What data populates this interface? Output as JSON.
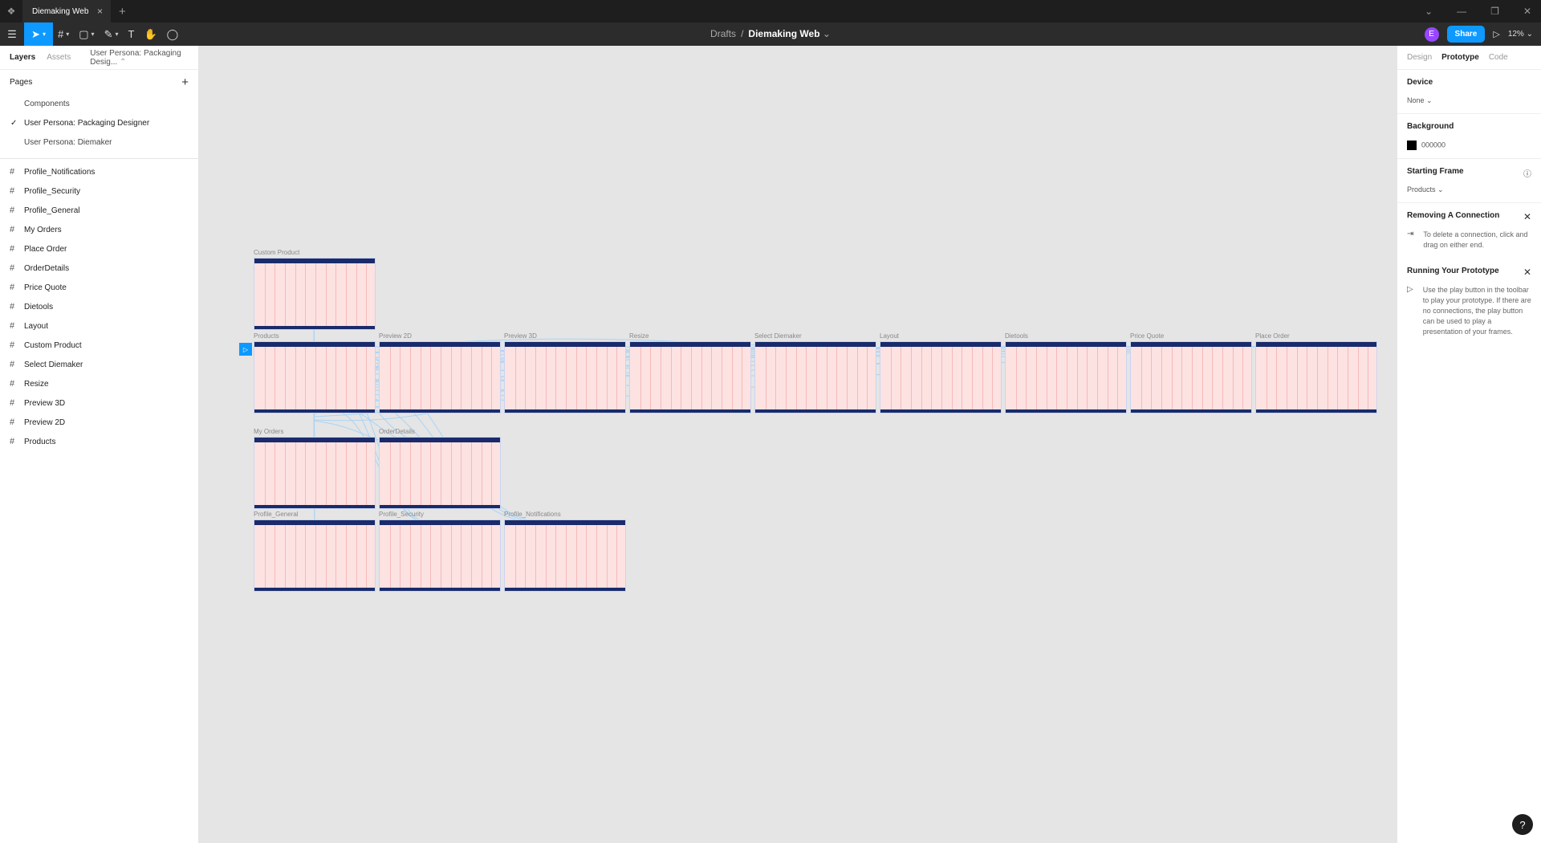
{
  "app": {
    "tab_title": "Diemaking Web",
    "breadcrumb_root": "Drafts",
    "breadcrumb_sep": "/",
    "file_name": "Diemaking Web",
    "avatar_initial": "E",
    "share_label": "Share",
    "zoom": "12%"
  },
  "left_panel": {
    "tabs": [
      "Layers",
      "Assets"
    ],
    "current_page_short": "User Persona: Packaging Desig...",
    "pages_heading": "Pages",
    "pages": [
      {
        "label": "Components",
        "selected": false
      },
      {
        "label": "User Persona: Packaging Designer",
        "selected": true
      },
      {
        "label": "User Persona: Diemaker",
        "selected": false
      }
    ],
    "layers": [
      "Profile_Notifications",
      "Profile_Security",
      "Profile_General",
      "My Orders",
      "Place Order",
      "OrderDetails",
      "Price Quote",
      "Dietools",
      "Layout",
      "Custom Product",
      "Select Diemaker",
      "Resize",
      "Preview 3D",
      "Preview 2D",
      "Products"
    ]
  },
  "right_panel": {
    "tabs": [
      "Design",
      "Prototype",
      "Code"
    ],
    "active_tab": "Prototype",
    "device_heading": "Device",
    "device_value": "None",
    "background_heading": "Background",
    "background_value": "000000",
    "background_color": "#000000",
    "starting_frame_heading": "Starting Frame",
    "starting_frame_value": "Products",
    "removing_heading": "Removing A Connection",
    "removing_text": "To delete a connection, click and drag on either end.",
    "running_heading": "Running Your Prototype",
    "running_text": "Use the play button in the toolbar to play your prototype. If there are no connections, the play button can be used to play a presentation of your frames."
  },
  "canvas": {
    "frames": [
      {
        "label": "Custom Product"
      },
      {
        "label": "Products"
      },
      {
        "label": "Preview 2D"
      },
      {
        "label": "Preview 3D"
      },
      {
        "label": "Resize"
      },
      {
        "label": "Select Diemaker"
      },
      {
        "label": "Layout"
      },
      {
        "label": "Dietools"
      },
      {
        "label": "Price Quote"
      },
      {
        "label": "Place Order"
      },
      {
        "label": "My Orders"
      },
      {
        "label": "OrderDetails"
      },
      {
        "label": "Profile_General"
      },
      {
        "label": "Profile_Security"
      },
      {
        "label": "Profile_Notifications"
      }
    ]
  },
  "colors": {
    "accent": "#0d99ff",
    "frame_header": "#1a2b6b",
    "frame_bg": "#fde2e2",
    "connector": "#a8d4f5"
  }
}
